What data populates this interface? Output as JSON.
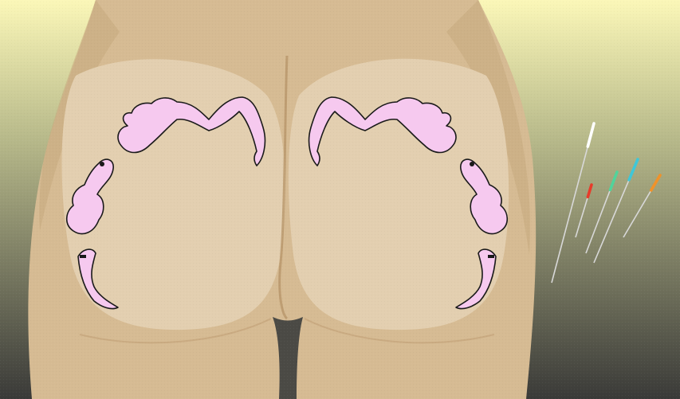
{
  "scene": {
    "subject": "illustration-acupuncture-buttocks",
    "colors": {
      "bg_top": "#fbf7b8",
      "bg_mid": "#b7b98a",
      "bg_bottom": "#3a3a38",
      "skin": "#d6bb93",
      "skin_dark": "#c7a97e",
      "skin_light": "#e3cfb0",
      "nerve_fill": "#f6c9ef",
      "nerve_stroke": "#1a1a1a"
    },
    "needles": [
      {
        "name": "white-needle",
        "handle_color": "#ffffff"
      },
      {
        "name": "red-needle",
        "handle_color": "#e83b2a"
      },
      {
        "name": "green-needle",
        "handle_color": "#52d39b"
      },
      {
        "name": "cyan-needle",
        "handle_color": "#3fc7d8"
      },
      {
        "name": "orange-needle",
        "handle_color": "#f0922a"
      }
    ]
  }
}
